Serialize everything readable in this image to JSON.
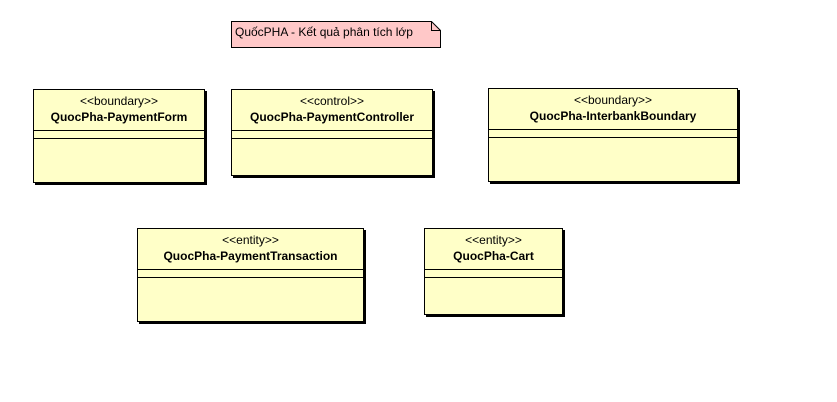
{
  "note": {
    "text": "QuốcPHA - Kết quả phân tích lớp"
  },
  "classes": [
    {
      "stereotype": "<<boundary>>",
      "name": "QuocPha-PaymentForm"
    },
    {
      "stereotype": "<<control>>",
      "name": "QuocPha-PaymentController"
    },
    {
      "stereotype": "<<boundary>>",
      "name": "QuocPha-InterbankBoundary"
    },
    {
      "stereotype": "<<entity>>",
      "name": "QuocPha-PaymentTransaction"
    },
    {
      "stereotype": "<<entity>>",
      "name": "QuocPha-Cart"
    }
  ],
  "colors": {
    "class_fill": "#ffffc8",
    "note_fill": "#ffc8c8"
  }
}
